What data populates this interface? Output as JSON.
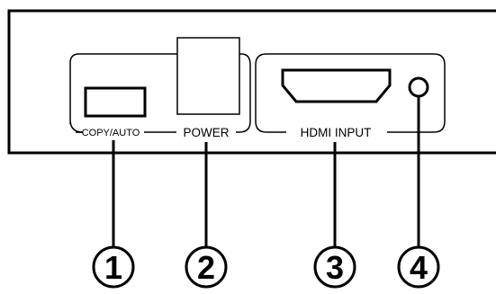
{
  "panel": {
    "labels": {
      "copy_auto": "COPY/AUTO",
      "power": "POWER",
      "hdmi_input": "HDMI INPUT"
    }
  },
  "callouts": [
    "1",
    "2",
    "3",
    "4"
  ],
  "colors": {
    "line": "#000000",
    "background": "#ffffff"
  }
}
